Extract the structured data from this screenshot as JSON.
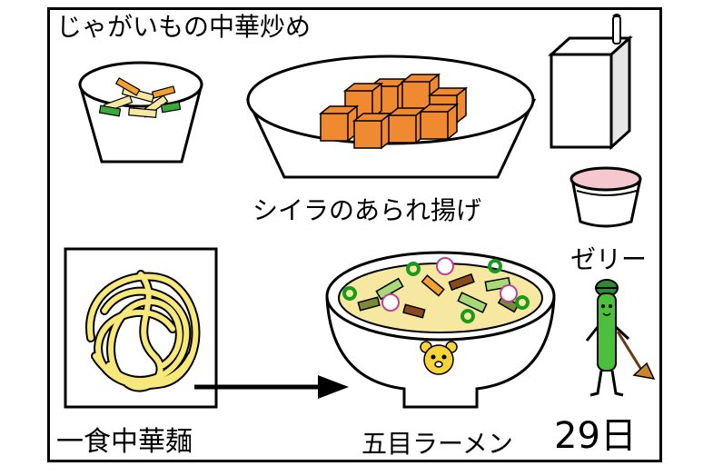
{
  "menu": {
    "dish_top_left": "じゃがいもの中華炒め",
    "dish_center": "シイラのあられ揚げ",
    "dessert": "ゼリー",
    "noodles": "一食中華麺",
    "soup": "五目ラーメン",
    "date": "29日"
  },
  "icons": {
    "stirfry_bowl": "potato-stirfry-bowl-icon",
    "fish_plate": "fried-fish-plate-icon",
    "milk_carton": "milk-carton-icon",
    "jelly_cup": "jelly-cup-icon",
    "noodle_box": "noodle-bundle-icon",
    "ramen_bowl": "ramen-bowl-icon",
    "arrow": "right-arrow-icon",
    "mascot": "vegetable-mascot-icon"
  }
}
